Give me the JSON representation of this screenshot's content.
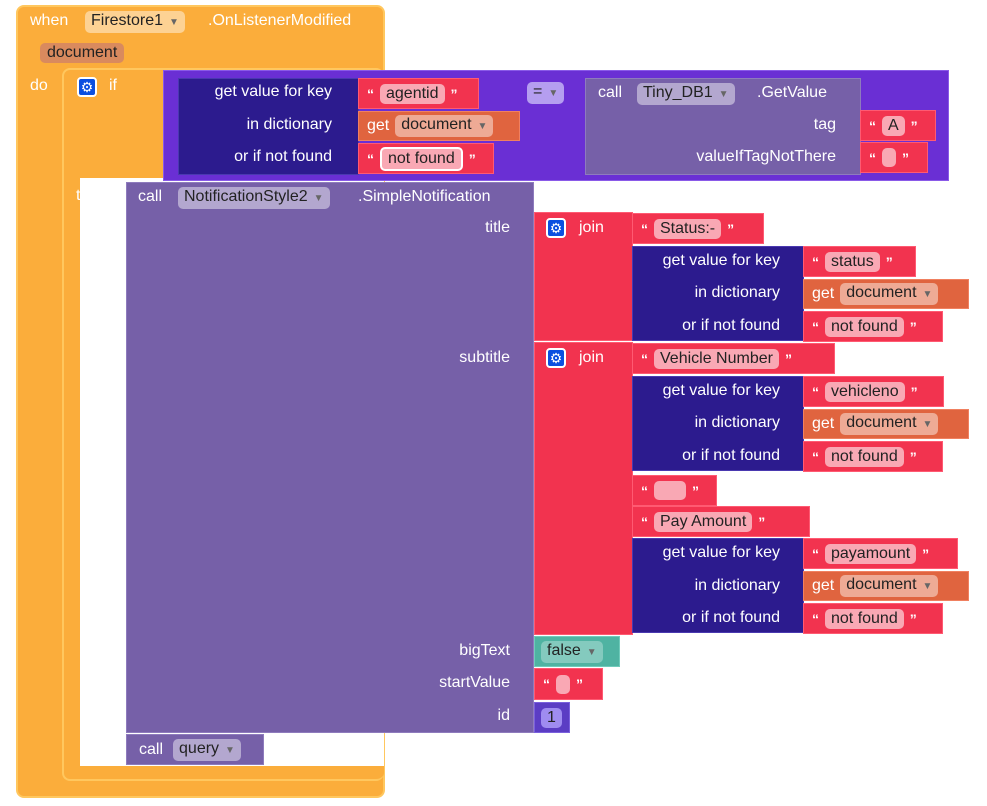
{
  "event": {
    "when": "when",
    "component": "Firestore1",
    "event_name": ".OnListenerModified",
    "param": "document",
    "do": "do"
  },
  "if_block": {
    "if": "if",
    "then": "then"
  },
  "condition": {
    "left": {
      "get_key": "get value for key",
      "in_dict": "in dictionary",
      "not_found_label": "or if not found",
      "key": "agentid",
      "get": "get",
      "var": "document",
      "default": "not found"
    },
    "operator": "=",
    "right": {
      "call": "call",
      "component": "Tiny_DB1",
      "method": ".GetValue",
      "tag_label": "tag",
      "tag": "A",
      "vitnt_label": "valueIfTagNotThere",
      "vitnt": ""
    }
  },
  "notification": {
    "call": "call",
    "component": "NotificationStyle2",
    "method": ".SimpleNotification",
    "title_label": "title",
    "subtitle_label": "subtitle",
    "bigtext_label": "bigText",
    "startvalue_label": "startValue",
    "id_label": "id",
    "join": "join",
    "title_parts": {
      "text1": "Status:-",
      "key": "status",
      "var": "document",
      "default": "not found"
    },
    "subtitle_parts": {
      "text1": "Vehicle Number",
      "key1": "vehicleno",
      "var": "document",
      "default": "not found",
      "text2": "",
      "text3": "Pay Amount",
      "key2": "payamount"
    },
    "bigtext": "false",
    "startvalue": "",
    "id": "1"
  },
  "dict_labels": {
    "get_key": "get value for key",
    "in_dict": "in dictionary",
    "not_found": "or if not found",
    "get": "get"
  },
  "query": {
    "call": "call",
    "component": "query"
  }
}
